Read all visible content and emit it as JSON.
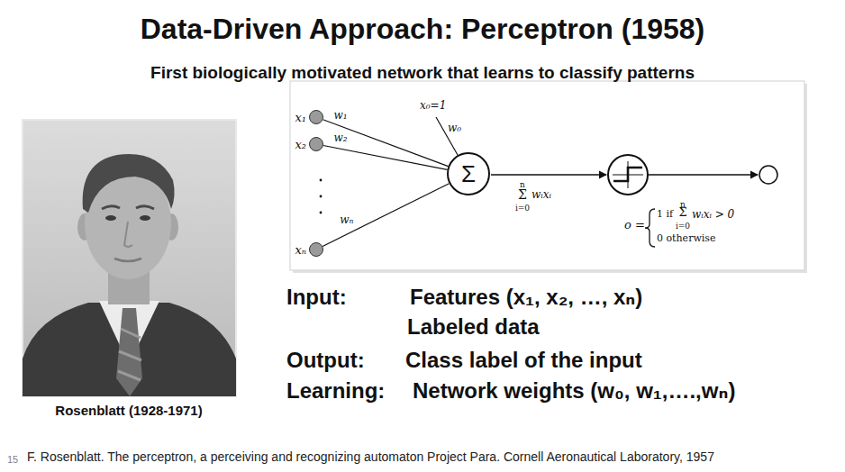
{
  "diagram": {
    "title": "Data-Driven Approach: Perceptron (1958)",
    "caption": "F. Rosenblatt. The perceptron, a perceiving and recognizing automaton Project Para. Cornell Aeronautical Laboratory, 1957",
    "nodes": [
      {
        "text": [
          "x₁"
        ]
      },
      {
        "text": [
          "x₂"
        ]
      },
      {
        "text": [
          "xₙ"
        ]
      },
      {
        "text": [
          "Σ"
        ]
      }
    ],
    "edges": [
      {
        "from": 0,
        "to": 3,
        "label": "w₁",
        "arrow": "none"
      },
      {
        "from": 1,
        "to": 3,
        "label": "w₂",
        "arrow": "none"
      },
      {
        "from": 2,
        "to": 3,
        "label": "wₙ",
        "arrow": "none"
      }
    ],
    "labels": [
      "First biologically motivated network that learns to classify patterns",
      "Rosenblatt (1928-1971)",
      "x₀=1",
      "w₀",
      "n",
      "Σ",
      "i=0",
      "wᵢxᵢ",
      "o =",
      "1 if",
      "n",
      "Σ",
      "i=0",
      "wᵢxᵢ > 0",
      "0 otherwise",
      "Input:",
      "Features (x₁, x₂, …, xₙ)",
      "Labeled data",
      "Output:",
      "Class label of the input",
      "Learning:",
      "Network weights (w₀, w₁,….,wₙ)",
      "15"
    ]
  }
}
